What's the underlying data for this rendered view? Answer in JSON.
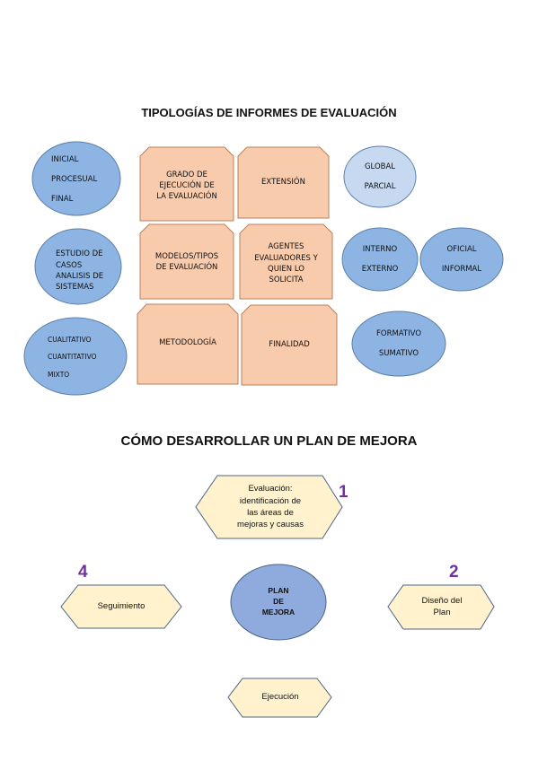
{
  "section1": {
    "title": "TIPOLOGÍAS DE INFORMES DE EVALUACIÓN",
    "ellipse_inicial": [
      "INICIAL",
      "PROCESUAL",
      "FINAL"
    ],
    "ellipse_estudio": [
      "ESTUDIO DE",
      "CASOS",
      "ANALISIS DE",
      "SISTEMAS"
    ],
    "ellipse_cualitativo": [
      "CUALITATIVO",
      "CUANTITATIVO",
      "MIXTO"
    ],
    "box_grado": [
      "GRADO DE",
      "EJECUCIÓN DE",
      "LA EVALUACIÓN"
    ],
    "box_extension": [
      "EXTENSIÓN"
    ],
    "box_modelos": [
      "MODELOS/TIPOS",
      "DE EVALUACIÓN"
    ],
    "box_agentes": [
      "AGENTES",
      "EVALUADORES Y",
      "QUIEN LO",
      "SOLICITA"
    ],
    "box_metodologia": [
      "METODOLOGÍA"
    ],
    "box_finalidad": [
      "FINALIDAD"
    ],
    "ellipse_global": [
      "GLOBAL",
      "PARCIAL"
    ],
    "ellipse_interno": [
      "INTERNO",
      "EXTERNO"
    ],
    "ellipse_oficial": [
      "OFICIAL",
      "INFORMAL"
    ],
    "ellipse_formativo": [
      "FORMATIVO",
      "SUMATIVO"
    ]
  },
  "section2": {
    "title": "CÓMO DESARROLLAR UN PLAN DE MEJORA",
    "step_evaluacion": [
      "Evaluación:",
      "identificación de",
      "las áreas de",
      "mejoras y causas"
    ],
    "step_diseno": [
      "Diseño del",
      "Plan"
    ],
    "step_ejecucion": [
      "Ejecución"
    ],
    "step_seguimiento": [
      "Seguimiento"
    ],
    "center": [
      "PLAN",
      "DE",
      "MEJORA"
    ],
    "num_evaluacion": "1",
    "num_diseno": "2",
    "num_seguimiento": "4"
  },
  "colors": {
    "ellipse_blue": "#8eb4e3",
    "ellipse_light": "#c6d9f1",
    "box_peach": "#f8cbad",
    "hex_cream": "#fff2cc",
    "center_blue": "#8faadc",
    "number_purple": "#7030a0",
    "outline": "#5b7fa8",
    "box_outline": "#b9805a",
    "hex_outline": "#4a6489"
  }
}
